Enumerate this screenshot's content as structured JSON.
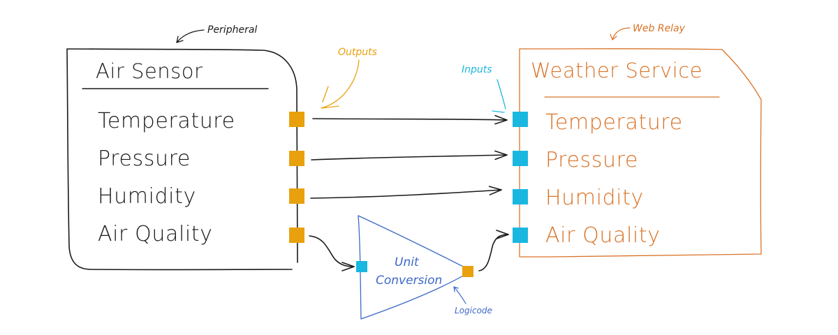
{
  "colors": {
    "ink": "#1a1a1a",
    "output": "#e8a10c",
    "input": "#1ab8e0",
    "service": "#d97327",
    "logic": "#3d68c9"
  },
  "peripheral": {
    "note": "Peripheral",
    "title": "Air Sensor",
    "rows": [
      "Temperature",
      "Pressure",
      "Humidity",
      "Air Quality"
    ]
  },
  "outputs_note": "Outputs",
  "inputs_note": "Inputs",
  "web_relay": {
    "note": "Web Relay",
    "title": "Weather Service",
    "rows": [
      "Temperature",
      "Pressure",
      "Humidity",
      "Air Quality"
    ]
  },
  "logicode": {
    "note": "Logicode",
    "line1": "Unit",
    "line2": "Conversion"
  }
}
